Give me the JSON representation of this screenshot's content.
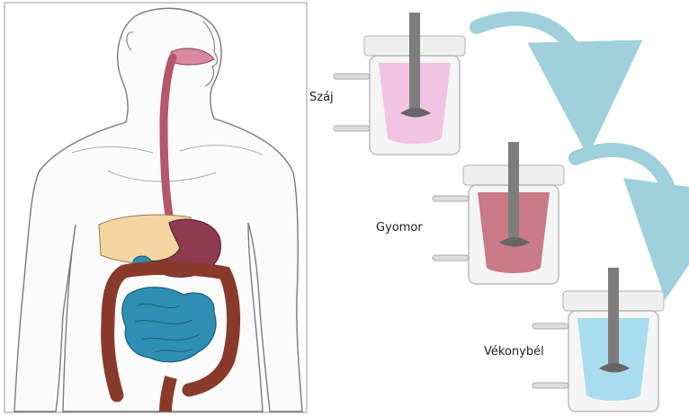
{
  "figure": {
    "labels": {
      "mouth": "Száj",
      "stomach": "Gyomor",
      "small_intestine": "Vékonybél"
    },
    "stages": [
      {
        "label_key": "mouth",
        "fluid_color": "#f2c3e2"
      },
      {
        "label_key": "stomach",
        "fluid_color": "#c97a86"
      },
      {
        "label_key": "small_intestine",
        "fluid_color": "#a9dcee"
      }
    ],
    "colors": {
      "arrow": "#9fd0dc",
      "esophagus": "#b5566e",
      "stomach": "#8e3b52",
      "liver": "#f3d6a0",
      "large_intestine": "#8a3a2a",
      "small_intestine": "#2f8fb3",
      "body_outline": "#777777",
      "vessel_glass": "#e6e6e6",
      "stirrer": "#7d7d7d"
    },
    "icons": {
      "arrow": "curved-arrow-icon",
      "vessel": "jacketed-beaker-icon"
    }
  }
}
